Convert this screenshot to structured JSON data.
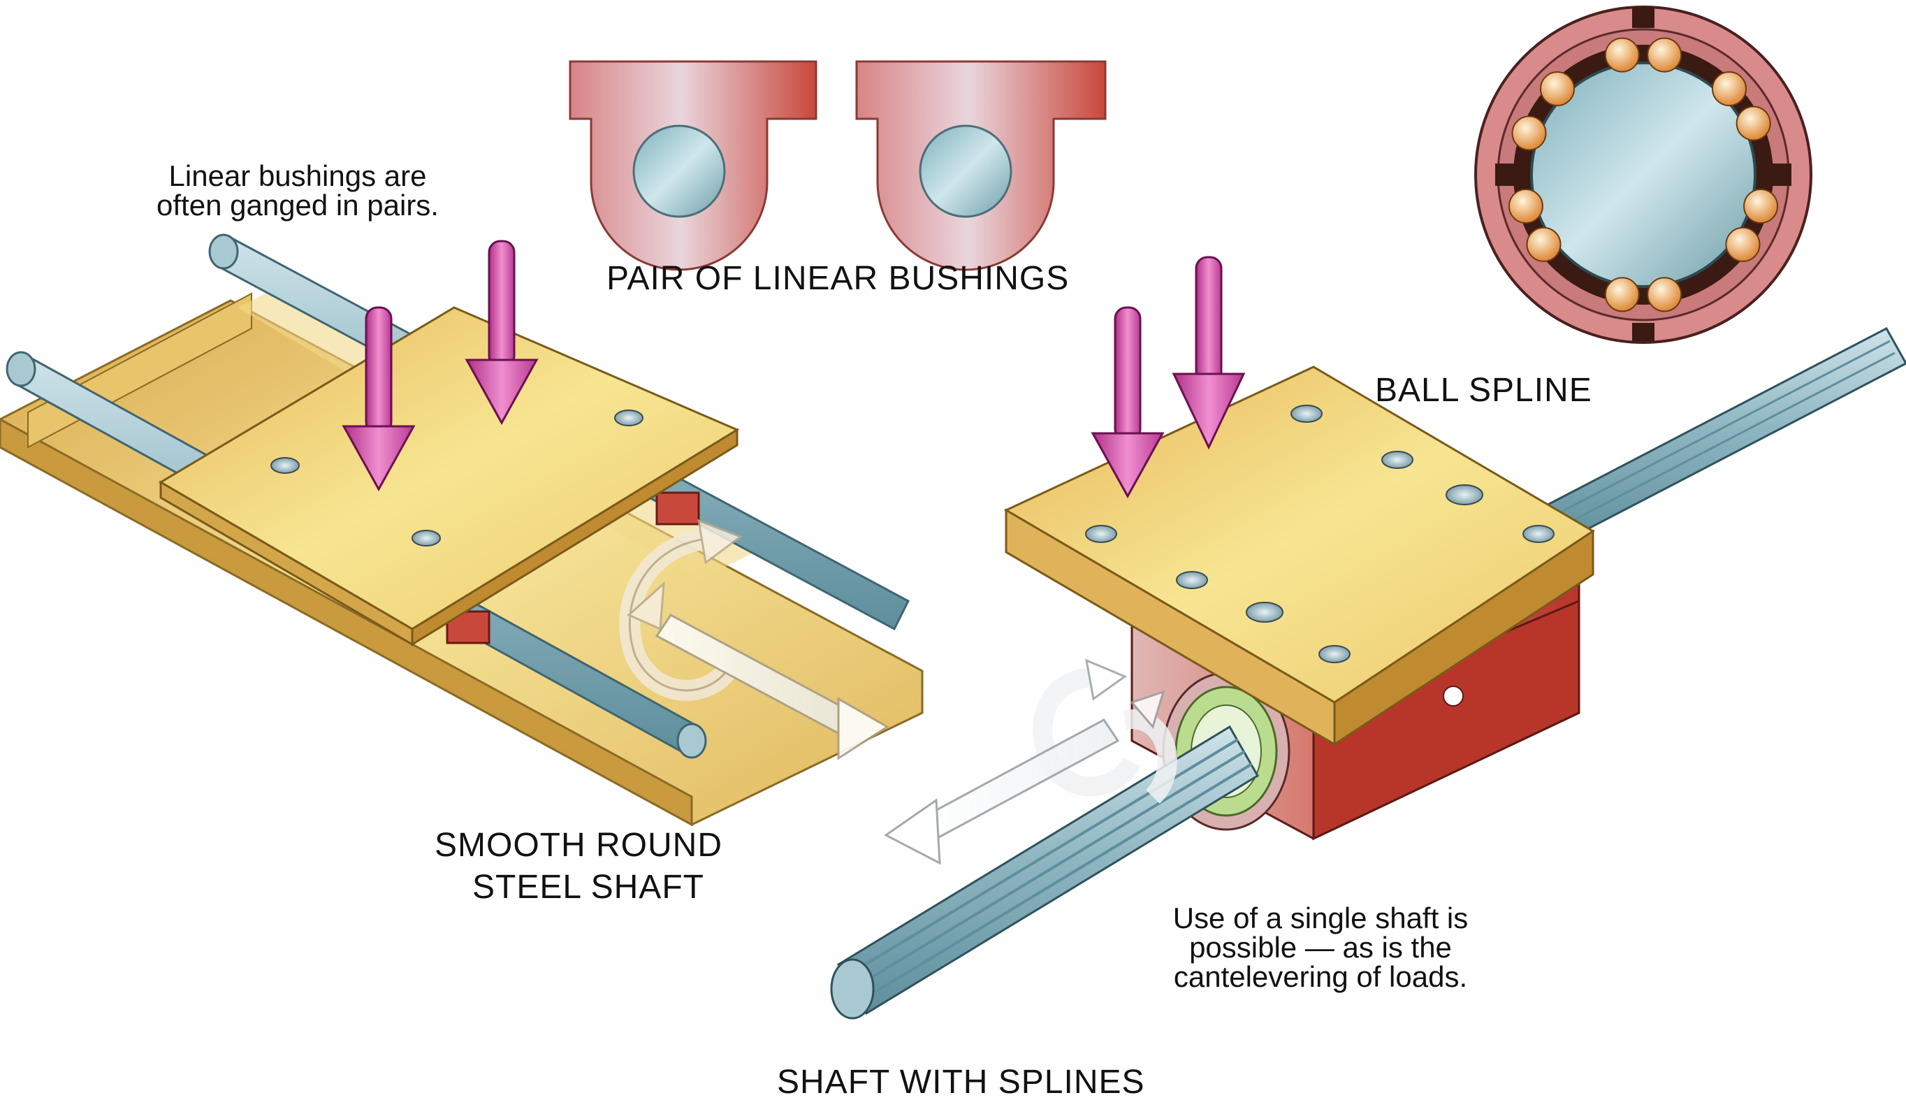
{
  "labels": {
    "pair_of_linear_bushings": "PAIR OF LINEAR BUSHINGS",
    "ball_spline": "BALL SPLINE",
    "smooth_round_line1": "SMOOTH ROUND",
    "smooth_round_line2": "STEEL SHAFT",
    "shaft_with_splines": "SHAFT WITH SPLINES",
    "note_pairs_line1": "Linear bushings are",
    "note_pairs_line2": "often ganged in pairs.",
    "note_single_line1": "Use of a single shaft is",
    "note_single_line2": "possible — as is the",
    "note_single_line3": "cantelevering of loads."
  },
  "colors": {
    "plate": "#f1d27a",
    "plate_edge": "#c89a3c",
    "rail": "#e9cc72",
    "shaft": "#8fb7c2",
    "bushing": "#d98a86",
    "housing": "#c8483c",
    "load_arrow": "#d94fa6",
    "ball": "#f3b778",
    "seal": "#b9dc8f"
  },
  "icons": [
    "load-arrow-icon",
    "rotation-arrow-icon",
    "linear-motion-arrow-icon"
  ]
}
